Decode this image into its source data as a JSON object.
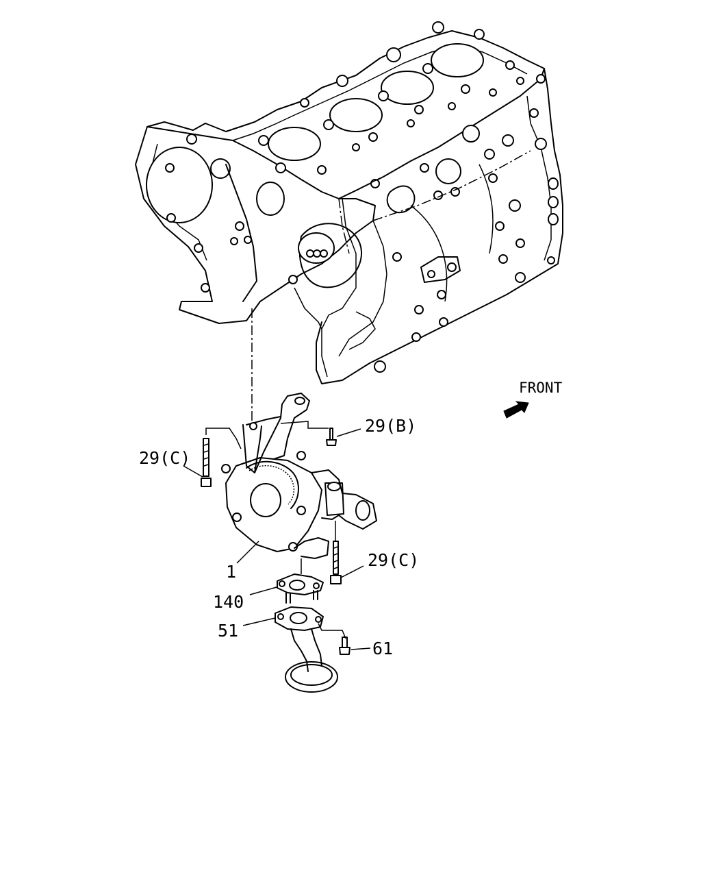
{
  "direction": {
    "label": "FRONT"
  },
  "callouts": [
    {
      "id": "1",
      "text": "1"
    },
    {
      "id": "29b",
      "text": "29(B)"
    },
    {
      "id": "29c_left",
      "text": "29(C)"
    },
    {
      "id": "29c_right",
      "text": "29(C)"
    },
    {
      "id": "140",
      "text": "140"
    },
    {
      "id": "51",
      "text": "51"
    },
    {
      "id": "61",
      "text": "61"
    }
  ]
}
